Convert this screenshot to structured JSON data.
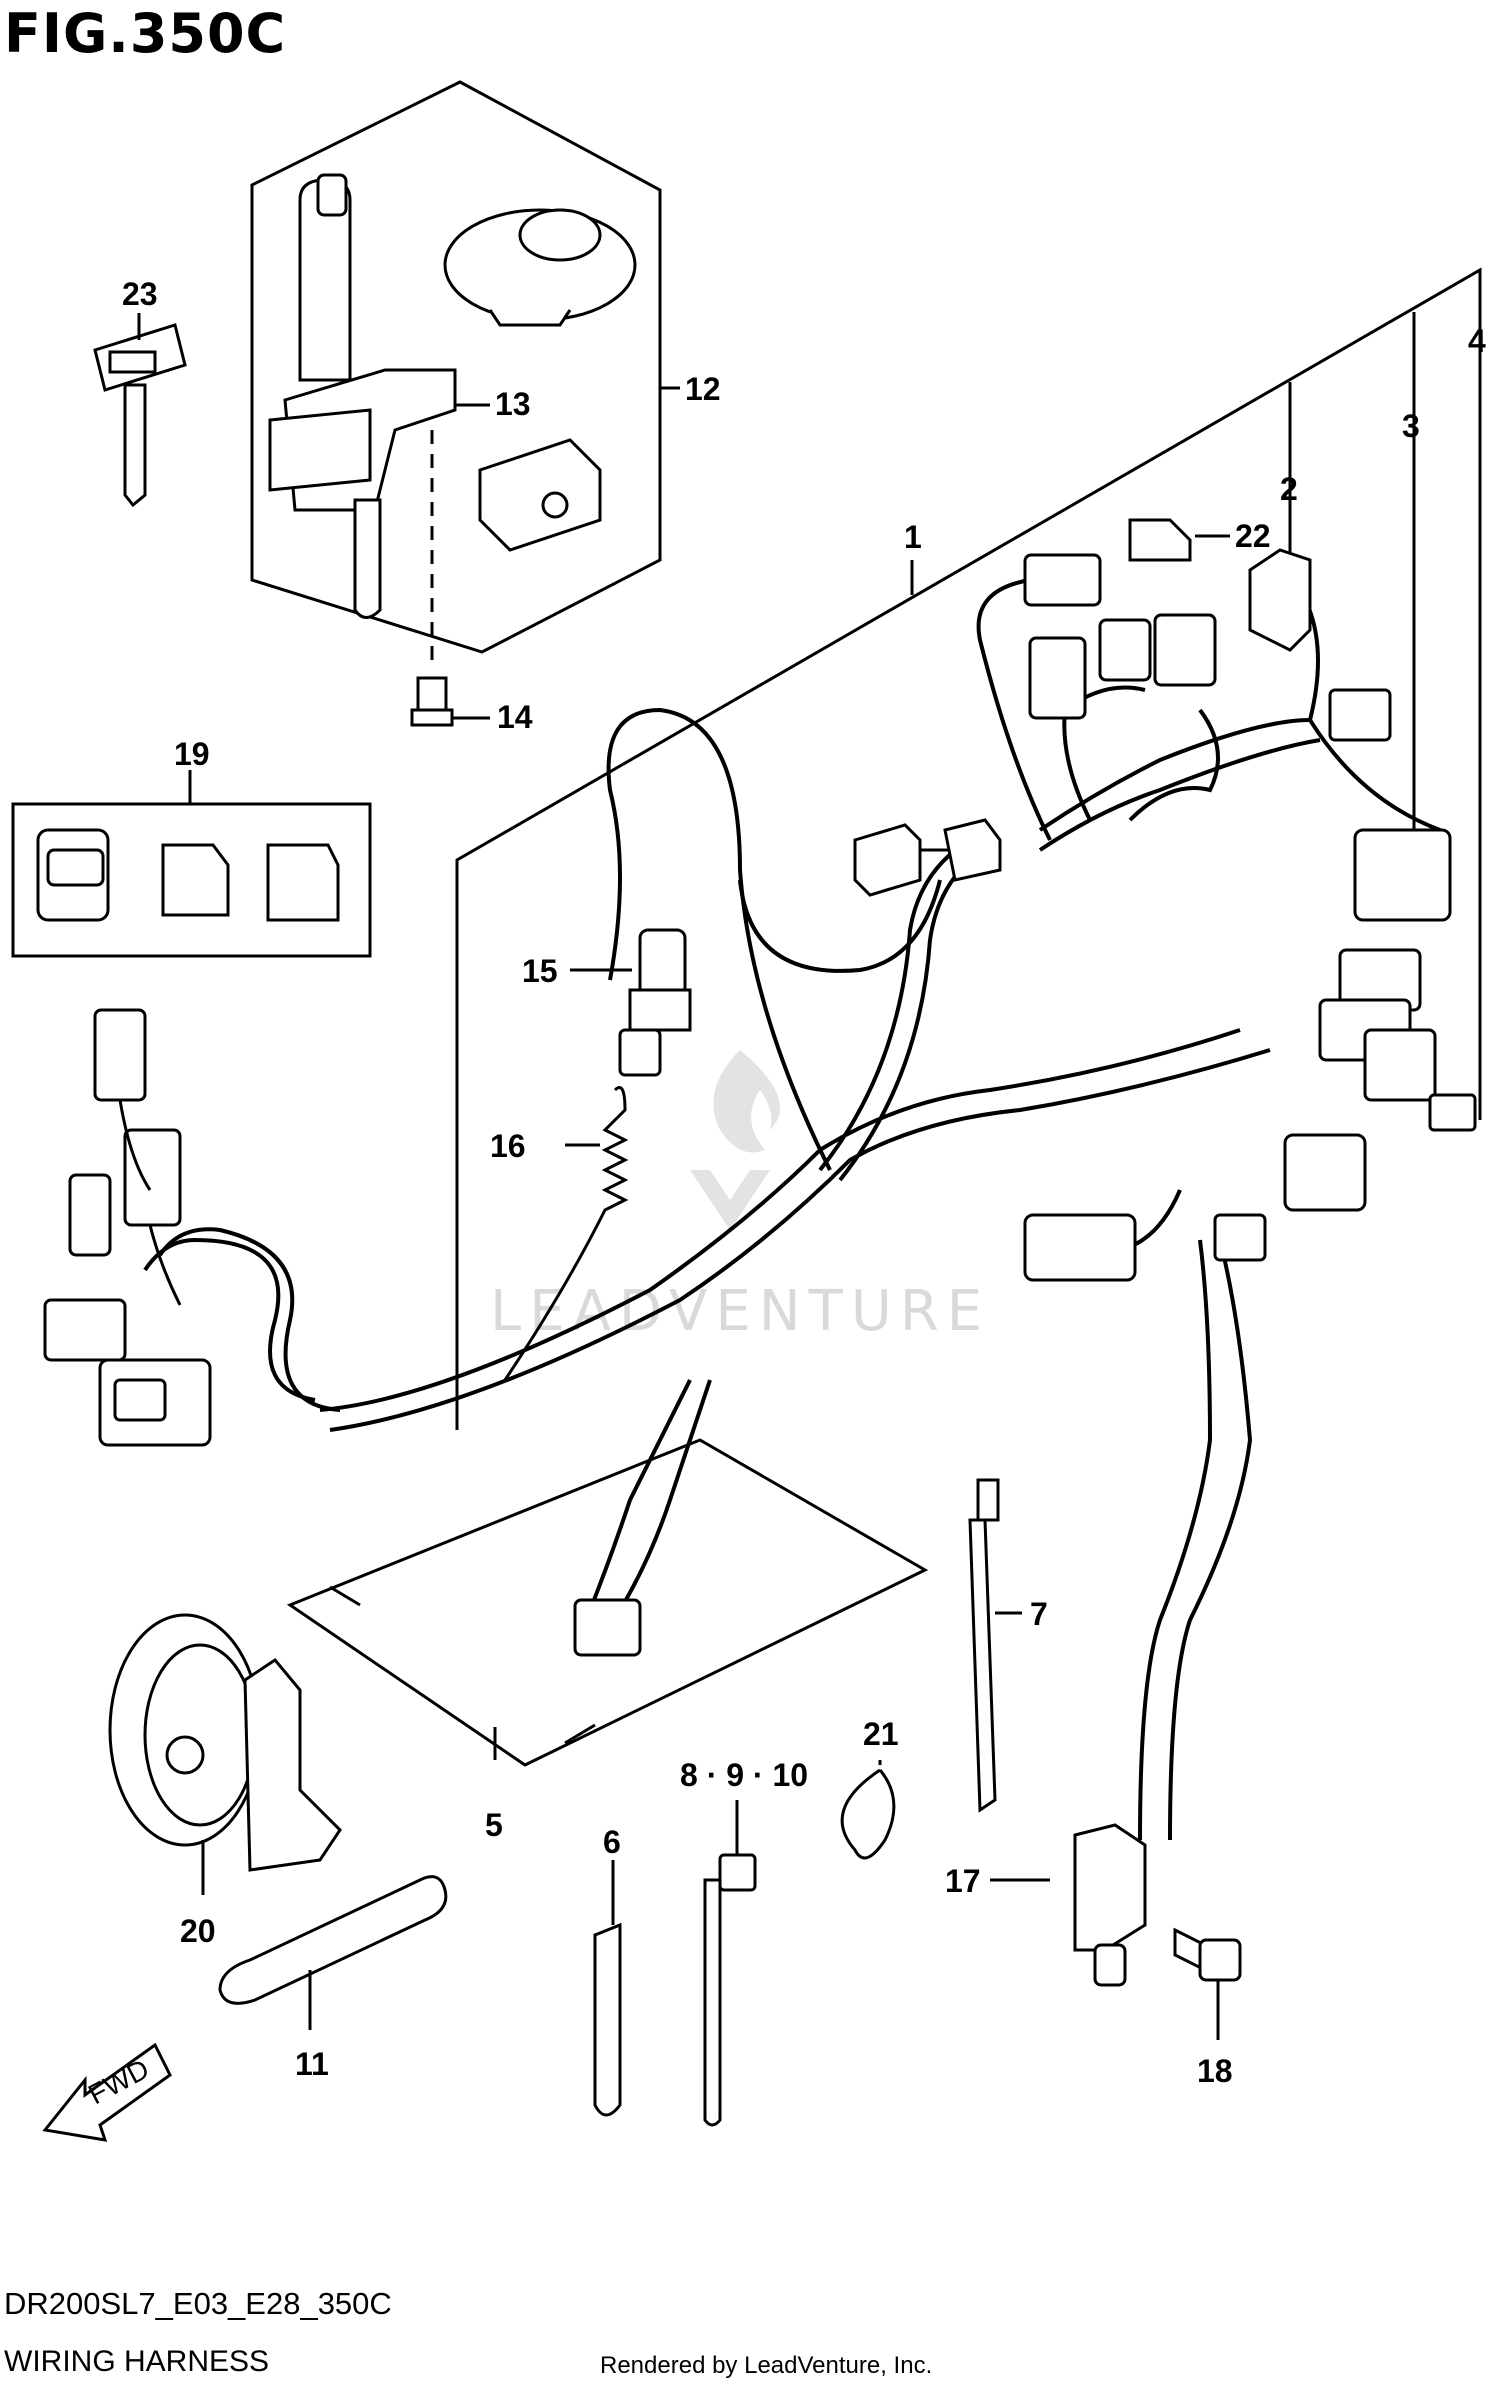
{
  "figure": {
    "title": "FIG.350C",
    "code": "DR200SL7_E03_E28_350C",
    "name": "WIRING HARNESS",
    "rendered_by": "Rendered by LeadVenture, Inc.",
    "watermark": "LEADVENTURE"
  },
  "callouts": {
    "p1": "1",
    "p2": "2",
    "p3": "3",
    "p4": "4",
    "p5": "5",
    "p6": "6",
    "p7": "7",
    "p8_10": "8 · 9 · 10",
    "p11": "11",
    "p12": "12",
    "p13": "13",
    "p14": "14",
    "p15": "15",
    "p16": "16",
    "p17": "17",
    "p18": "18",
    "p19": "19",
    "p20": "20",
    "p21": "21",
    "p22": "22",
    "p23": "23"
  },
  "fwd_label": "FWD"
}
